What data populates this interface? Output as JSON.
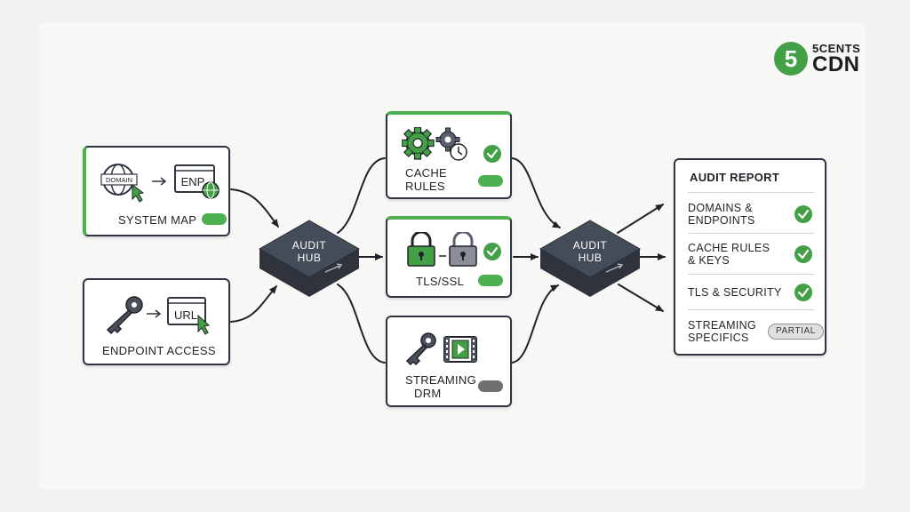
{
  "brand": {
    "top": "5CENTS",
    "bottom": "CDN",
    "digit": "5",
    "color": "#43a047"
  },
  "sources": [
    {
      "id": "system-map",
      "label": "SYSTEM MAP",
      "icon_left_text": "DOMAIN",
      "icon_right_text": "ENP",
      "toggle": "on"
    },
    {
      "id": "endpoint-access",
      "label": "ENDPOINT ACCESS",
      "icon_right_text": "URL"
    }
  ],
  "hubs": [
    {
      "id": "hub-1",
      "label_line1": "AUDIT",
      "label_line2": "HUB"
    },
    {
      "id": "hub-2",
      "label_line1": "AUDIT",
      "label_line2": "HUB"
    }
  ],
  "checks": [
    {
      "id": "cache-rules",
      "label_line1": "CACHE",
      "label_line2": "RULES",
      "status": "pass",
      "toggle": "on",
      "icons": [
        "gear-icon",
        "gear-clock-icon"
      ]
    },
    {
      "id": "tls-ssl",
      "label_line1": "TLS/SSL",
      "status": "pass",
      "toggle": "on",
      "icons": [
        "lock-closed-icon",
        "lock-gray-icon"
      ]
    },
    {
      "id": "streaming-drm",
      "label_line1": "STREAMING",
      "label_line2": "DRM",
      "status": "none",
      "toggle": "off",
      "icons": [
        "key-icon",
        "video-icon"
      ]
    }
  ],
  "report": {
    "title": "AUDIT REPORT",
    "rows": [
      {
        "line1": "DOMAINS &",
        "line2": "ENDPOINTS",
        "status": "pass"
      },
      {
        "line1": "CACHE RULES",
        "line2": "& KEYS",
        "status": "pass"
      },
      {
        "line1": "TLS & SECURITY",
        "line2": "",
        "status": "pass"
      },
      {
        "line1": "STREAMING",
        "line2": "SPECIFICS",
        "status": "partial",
        "badge": "PARTIAL"
      }
    ]
  },
  "colors": {
    "accent": "#4caf50",
    "check": "#43a047",
    "hub": "#3e4450",
    "outline": "#2f3540",
    "toggle_off": "#707070"
  }
}
